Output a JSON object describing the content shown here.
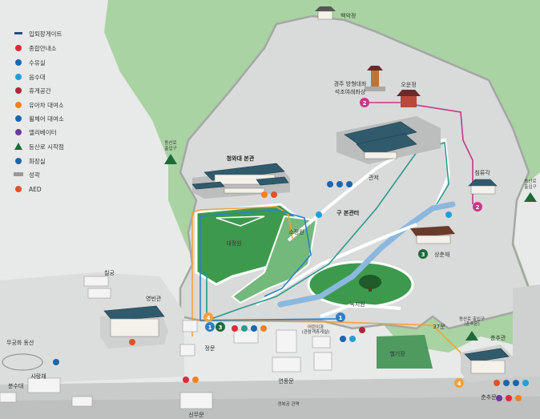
{
  "legend": [
    {
      "icon": "gate-icon",
      "label": "입퇴장게이트",
      "color": "#2b4a8a"
    },
    {
      "icon": "info-icon",
      "label": "종합안내소",
      "color": "#e0273a"
    },
    {
      "icon": "water-icon",
      "label": "수유실",
      "color": "#1a66b0"
    },
    {
      "icon": "drinking-water-icon",
      "label": "음수대",
      "color": "#1fa0d8"
    },
    {
      "icon": "rest-area-icon",
      "label": "휴게공간",
      "color": "#b0263a"
    },
    {
      "icon": "stroller-icon",
      "label": "유아차 대여소",
      "color": "#f0821e"
    },
    {
      "icon": "wheelchair-icon",
      "label": "휠체어 대여소",
      "color": "#1a66b0"
    },
    {
      "icon": "elevator-icon",
      "label": "엘리베이터",
      "color": "#6a3a9a"
    },
    {
      "icon": "trailhead-icon",
      "label": "등산로 시작점",
      "color": "#1e6b3a"
    },
    {
      "icon": "restroom-icon",
      "label": "화장실",
      "color": "#1a66b0"
    },
    {
      "icon": "wall-icon",
      "label": "성곽",
      "color": "#999999"
    },
    {
      "icon": "aed-icon",
      "label": "AED",
      "color": "#e0522a"
    }
  ],
  "places": {
    "baekakjeong": "백악정",
    "seokjoyeorae": [
      "경주 방형대좌",
      "석조여래좌상"
    ],
    "oounjeong": "오운정",
    "gwanji": "관저",
    "chimnyugak": "침류각",
    "bonkwan": "청와대 본관",
    "daejeongwon": "대정원",
    "sojeongwon": "소정원",
    "old_bongwanter": "구 본관터",
    "sangchunjae": "상춘재",
    "nokjiwon": "녹지원",
    "chilgung": "칠궁",
    "yeongbingwan": "영빈관",
    "muguhwa_dongsan": "무궁화 동산",
    "jeongmun": "정문",
    "eorini": [
      "어린이과",
      "(관람객휴게실)"
    ],
    "yeonpungmun": "연풍문",
    "gate37": "37문",
    "heliport": "헬기장",
    "chunchugwan": "춘추관",
    "chunchumun": "춘추문",
    "sarangjae": "사랑채",
    "bunsumadang": "분수대",
    "sinmumun": "신무문",
    "gyeongbokgung": "경복궁 관역",
    "trail_left": [
      "동산로",
      "출입구"
    ],
    "trail_right": [
      "동산로",
      "출입구"
    ],
    "trail_bottom": [
      "동산로 출입구",
      "(춘추문)"
    ]
  },
  "markers": {
    "gate_nums": [
      "1",
      "3",
      "4",
      "2",
      "2",
      "3",
      "1",
      "4"
    ]
  }
}
